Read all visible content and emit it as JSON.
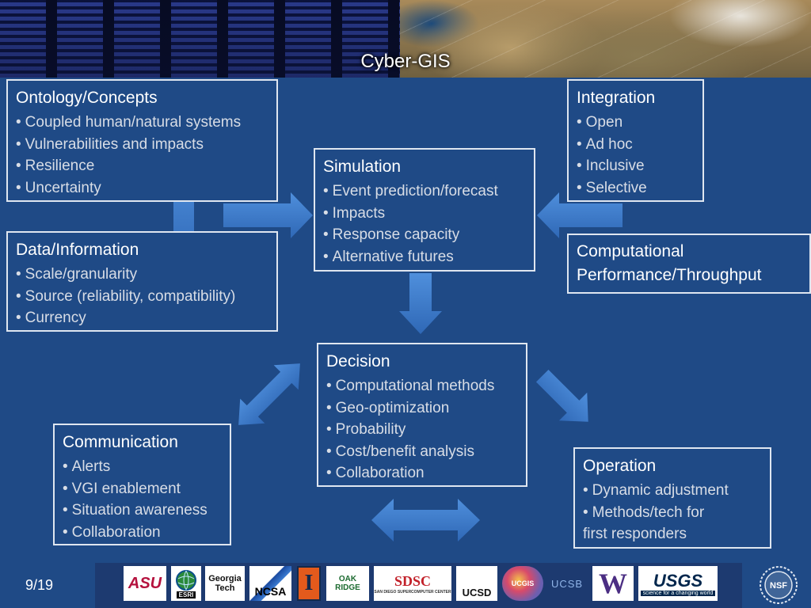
{
  "slide": {
    "title": "Cyber-GIS",
    "page_number": "9/19"
  },
  "boxes": {
    "ontology": {
      "title": "Ontology/Concepts",
      "items": [
        "Coupled human/natural systems",
        "Vulnerabilities and impacts",
        "Resilience",
        "Uncertainty"
      ]
    },
    "data_information": {
      "title": "Data/Information",
      "items": [
        "Scale/granularity",
        "Source (reliability, compatibility)",
        "Currency"
      ]
    },
    "simulation": {
      "title": "Simulation",
      "items": [
        "Event prediction/forecast",
        "Impacts",
        "Response capacity",
        "Alternative futures"
      ]
    },
    "integration": {
      "title": "Integration",
      "items": [
        "Open",
        "Ad hoc",
        "Inclusive",
        "Selective"
      ]
    },
    "computational": {
      "line1": "Computational",
      "line2": "Performance/Throughput"
    },
    "decision": {
      "title": "Decision",
      "items": [
        "Computational methods",
        "Geo-optimization",
        "Probability",
        "Cost/benefit analysis",
        "Collaboration"
      ]
    },
    "communication": {
      "title": "Communication",
      "items": [
        "Alerts",
        "VGI enablement",
        "Situation awareness",
        "Collaboration"
      ]
    },
    "operation": {
      "title": "Operation",
      "items": [
        "Dynamic adjustment",
        "Methods/tech for"
      ],
      "continuation": "first responders"
    }
  },
  "bullet": "•",
  "logos": {
    "asu": "ASU",
    "esri": "ESRI",
    "georgia_tech": "Georgia Tech",
    "ncsa": "NCSA",
    "illinois": "I",
    "oak_ridge": "OAK RIDGE",
    "sdsc": "SDSC",
    "sdsc_sub": "SAN DIEGO SUPERCOMPUTER CENTER",
    "ucsd": "UCSD",
    "ucgis": "UCGIS",
    "ucsb": "UCSB",
    "uw": "W",
    "usgs": "USGS",
    "usgs_tagline": "science for a changing world",
    "nsf": "NSF"
  },
  "colors": {
    "background": "#1f4a86",
    "arrow_fill": "#3d7ccb",
    "box_border": "#dfe6f0",
    "text_bullets": "#d8dde6"
  },
  "icons": {
    "arrow": "block-arrow-icon",
    "double_arrow": "double-arrow-icon",
    "seal": "nsf-seal-icon"
  }
}
